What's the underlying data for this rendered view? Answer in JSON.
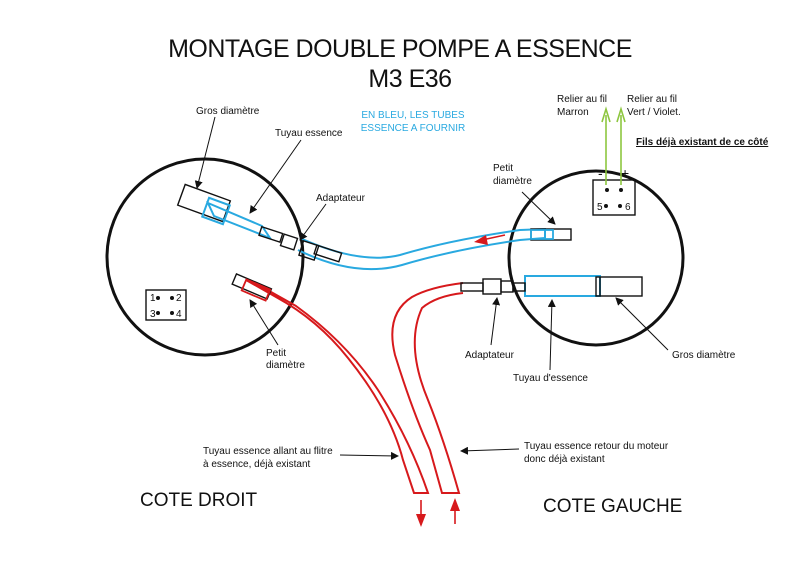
{
  "title_line1": "MONTAGE DOUBLE POMPE A ESSENCE",
  "title_line2": "M3 E36",
  "note_line1": "EN BLEU, LES TUBES",
  "note_line2": "ESSENCE A FOURNIR",
  "left": {
    "gros_diametre": "Gros diamètre",
    "tuyau_essence": "Tuyau essence",
    "adaptateur": "Adaptateur",
    "petit_line1": "Petit",
    "petit_line2": "diamètre",
    "terminals": [
      "1",
      "2",
      "3",
      "4"
    ]
  },
  "right": {
    "petit_line1": "Petit",
    "petit_line2": "diamètre",
    "adaptateur": "Adaptateur",
    "tuyau_essence": "Tuyau d'essence",
    "gros_diametre": "Gros diamètre",
    "minus": "-",
    "plus": "+",
    "terminals": [
      "5",
      "6"
    ],
    "relier_marron_1": "Relier au fil",
    "relier_marron_2": "Marron",
    "relier_vert_1": "Relier au fil",
    "relier_vert_2": "Vert / Violet.",
    "fils_existant": "Fils déjà existant de ce côté"
  },
  "filtre_line1": "Tuyau essence allant au flitre",
  "filtre_line2": "à essence, déjà existant",
  "retour_line1": "Tuyau essence retour du moteur",
  "retour_line2": "donc déjà existant",
  "cote_droit": "COTE DROIT",
  "cote_gauche": "COTE GAUCHE",
  "colors": {
    "blue": "#29a9e0",
    "red": "#d7191c",
    "green": "#8dc63f",
    "black": "#111111"
  }
}
